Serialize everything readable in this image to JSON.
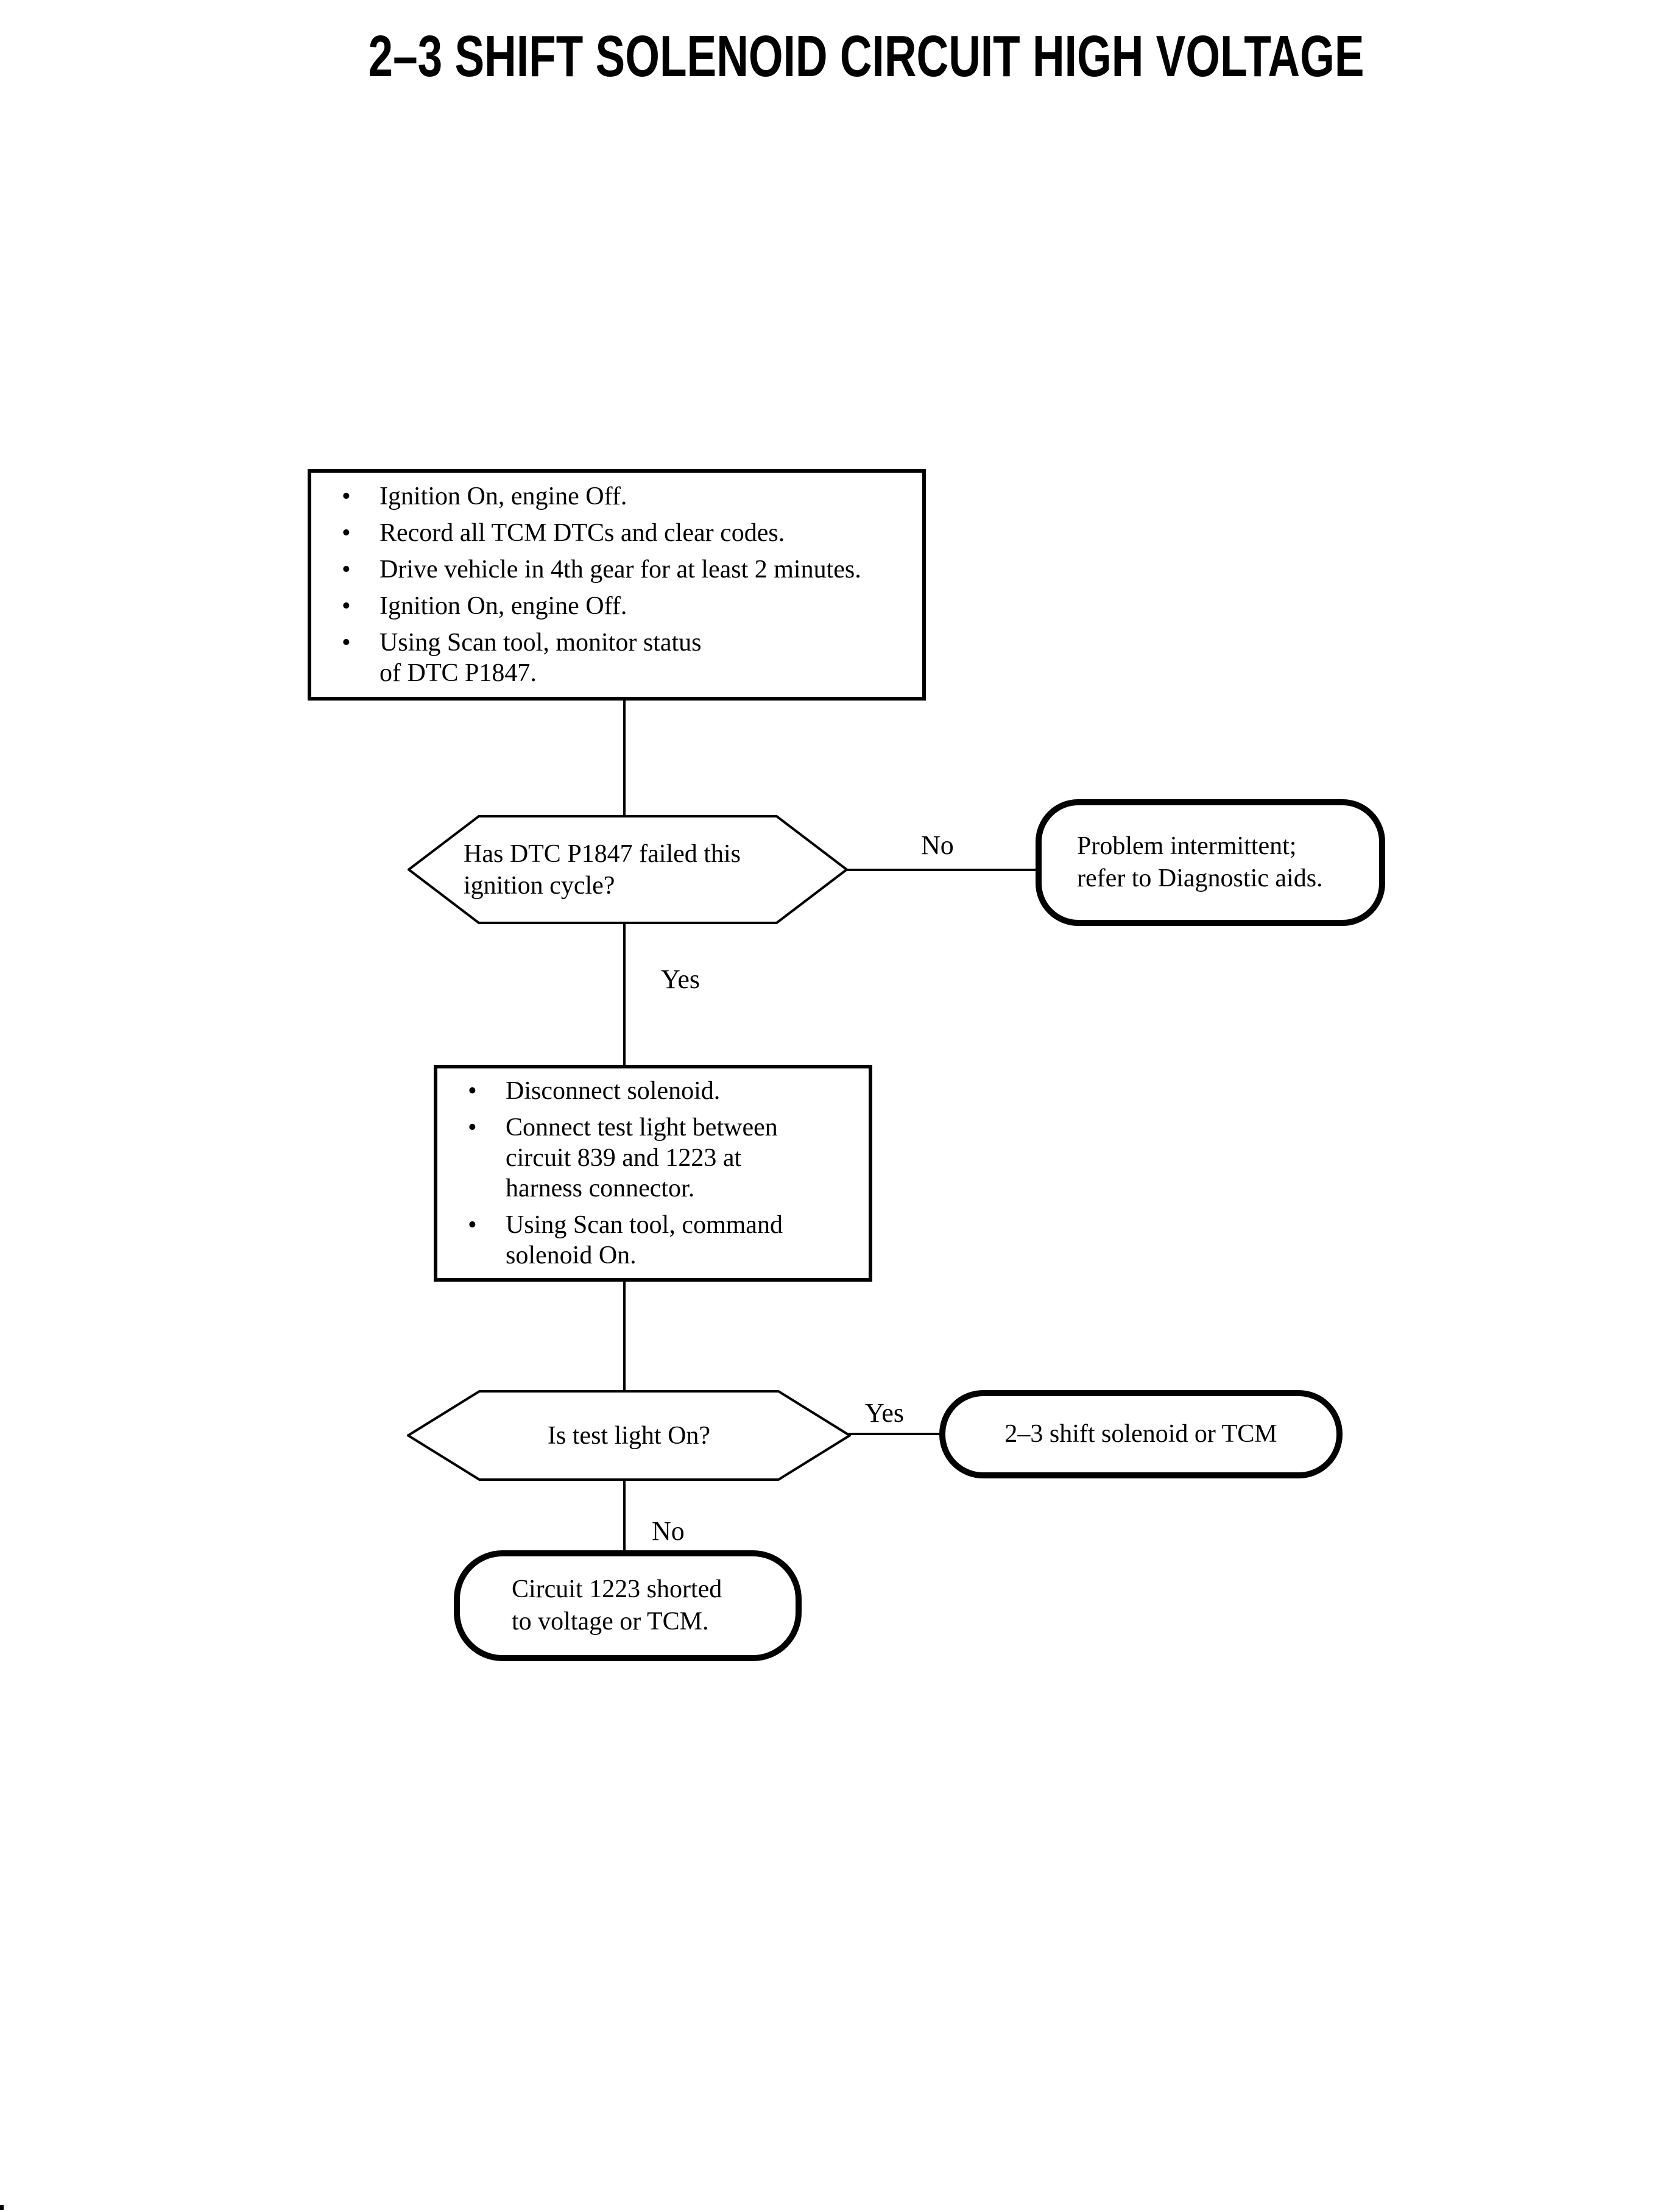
{
  "page": {
    "title": "2–3 SHIFT SOLENOID CIRCUIT HIGH VOLTAGE"
  },
  "glyphs": {
    "bullet": "•"
  },
  "flow": {
    "step1": {
      "bullets": [
        {
          "lines": [
            "Ignition On, engine Off."
          ]
        },
        {
          "lines": [
            "Record all TCM DTCs and clear codes."
          ]
        },
        {
          "lines": [
            "Drive vehicle in 4th gear for at least 2 minutes."
          ]
        },
        {
          "lines": [
            "Ignition On, engine Off."
          ]
        },
        {
          "lines": [
            "Using Scan tool, monitor status",
            "of DTC P1847."
          ]
        }
      ]
    },
    "decision1": {
      "lines": [
        "Has DTC P1847 failed this",
        "ignition cycle?"
      ],
      "no_label": "No",
      "yes_label": "Yes"
    },
    "terminal1": {
      "lines": [
        "Problem intermittent;",
        "refer to Diagnostic aids."
      ]
    },
    "step2": {
      "bullets": [
        {
          "lines": [
            "Disconnect solenoid."
          ]
        },
        {
          "lines": [
            "Connect test light between",
            "circuit 839 and 1223 at",
            "harness connector."
          ]
        },
        {
          "lines": [
            "Using Scan tool, command",
            "solenoid On."
          ]
        }
      ]
    },
    "decision2": {
      "question": "Is test light On?",
      "yes_label": "Yes",
      "no_label": "No"
    },
    "terminal2": {
      "text": "2–3 shift solenoid or TCM"
    },
    "terminal3": {
      "lines": [
        "Circuit 1223 shorted",
        "to voltage or TCM."
      ]
    }
  }
}
